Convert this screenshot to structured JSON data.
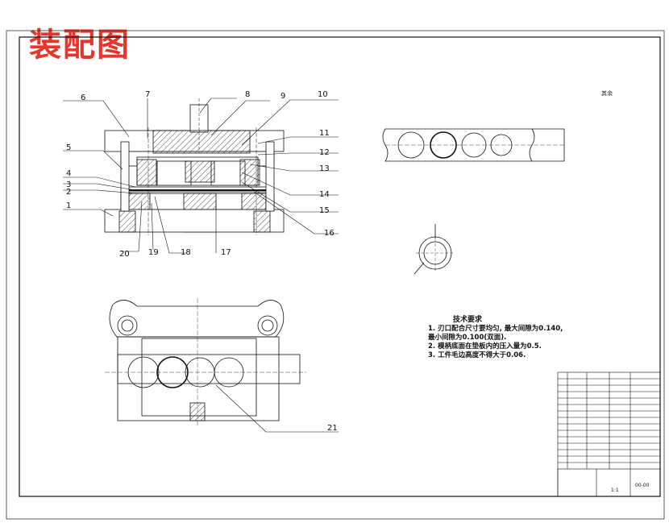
{
  "title": "装配图",
  "callouts": [
    "1",
    "2",
    "3",
    "4",
    "5",
    "6",
    "7",
    "8",
    "9",
    "10",
    "11",
    "12",
    "13",
    "14",
    "15",
    "16",
    "17",
    "18",
    "19",
    "20",
    "21"
  ],
  "corner_note": "其余",
  "tech_requirements": {
    "heading": "技术要求",
    "lines": [
      "1. 刃口配合尺寸要均匀, 最大间隙为0.140,",
      "最小间隙为0.100(双面).",
      "2. 模柄底面在垫板内的压入量为0.5.",
      "3. 工件毛边高度不得大于0.06."
    ]
  },
  "title_block": {
    "scale_label": "1:1",
    "drawing_number": "00-00"
  }
}
